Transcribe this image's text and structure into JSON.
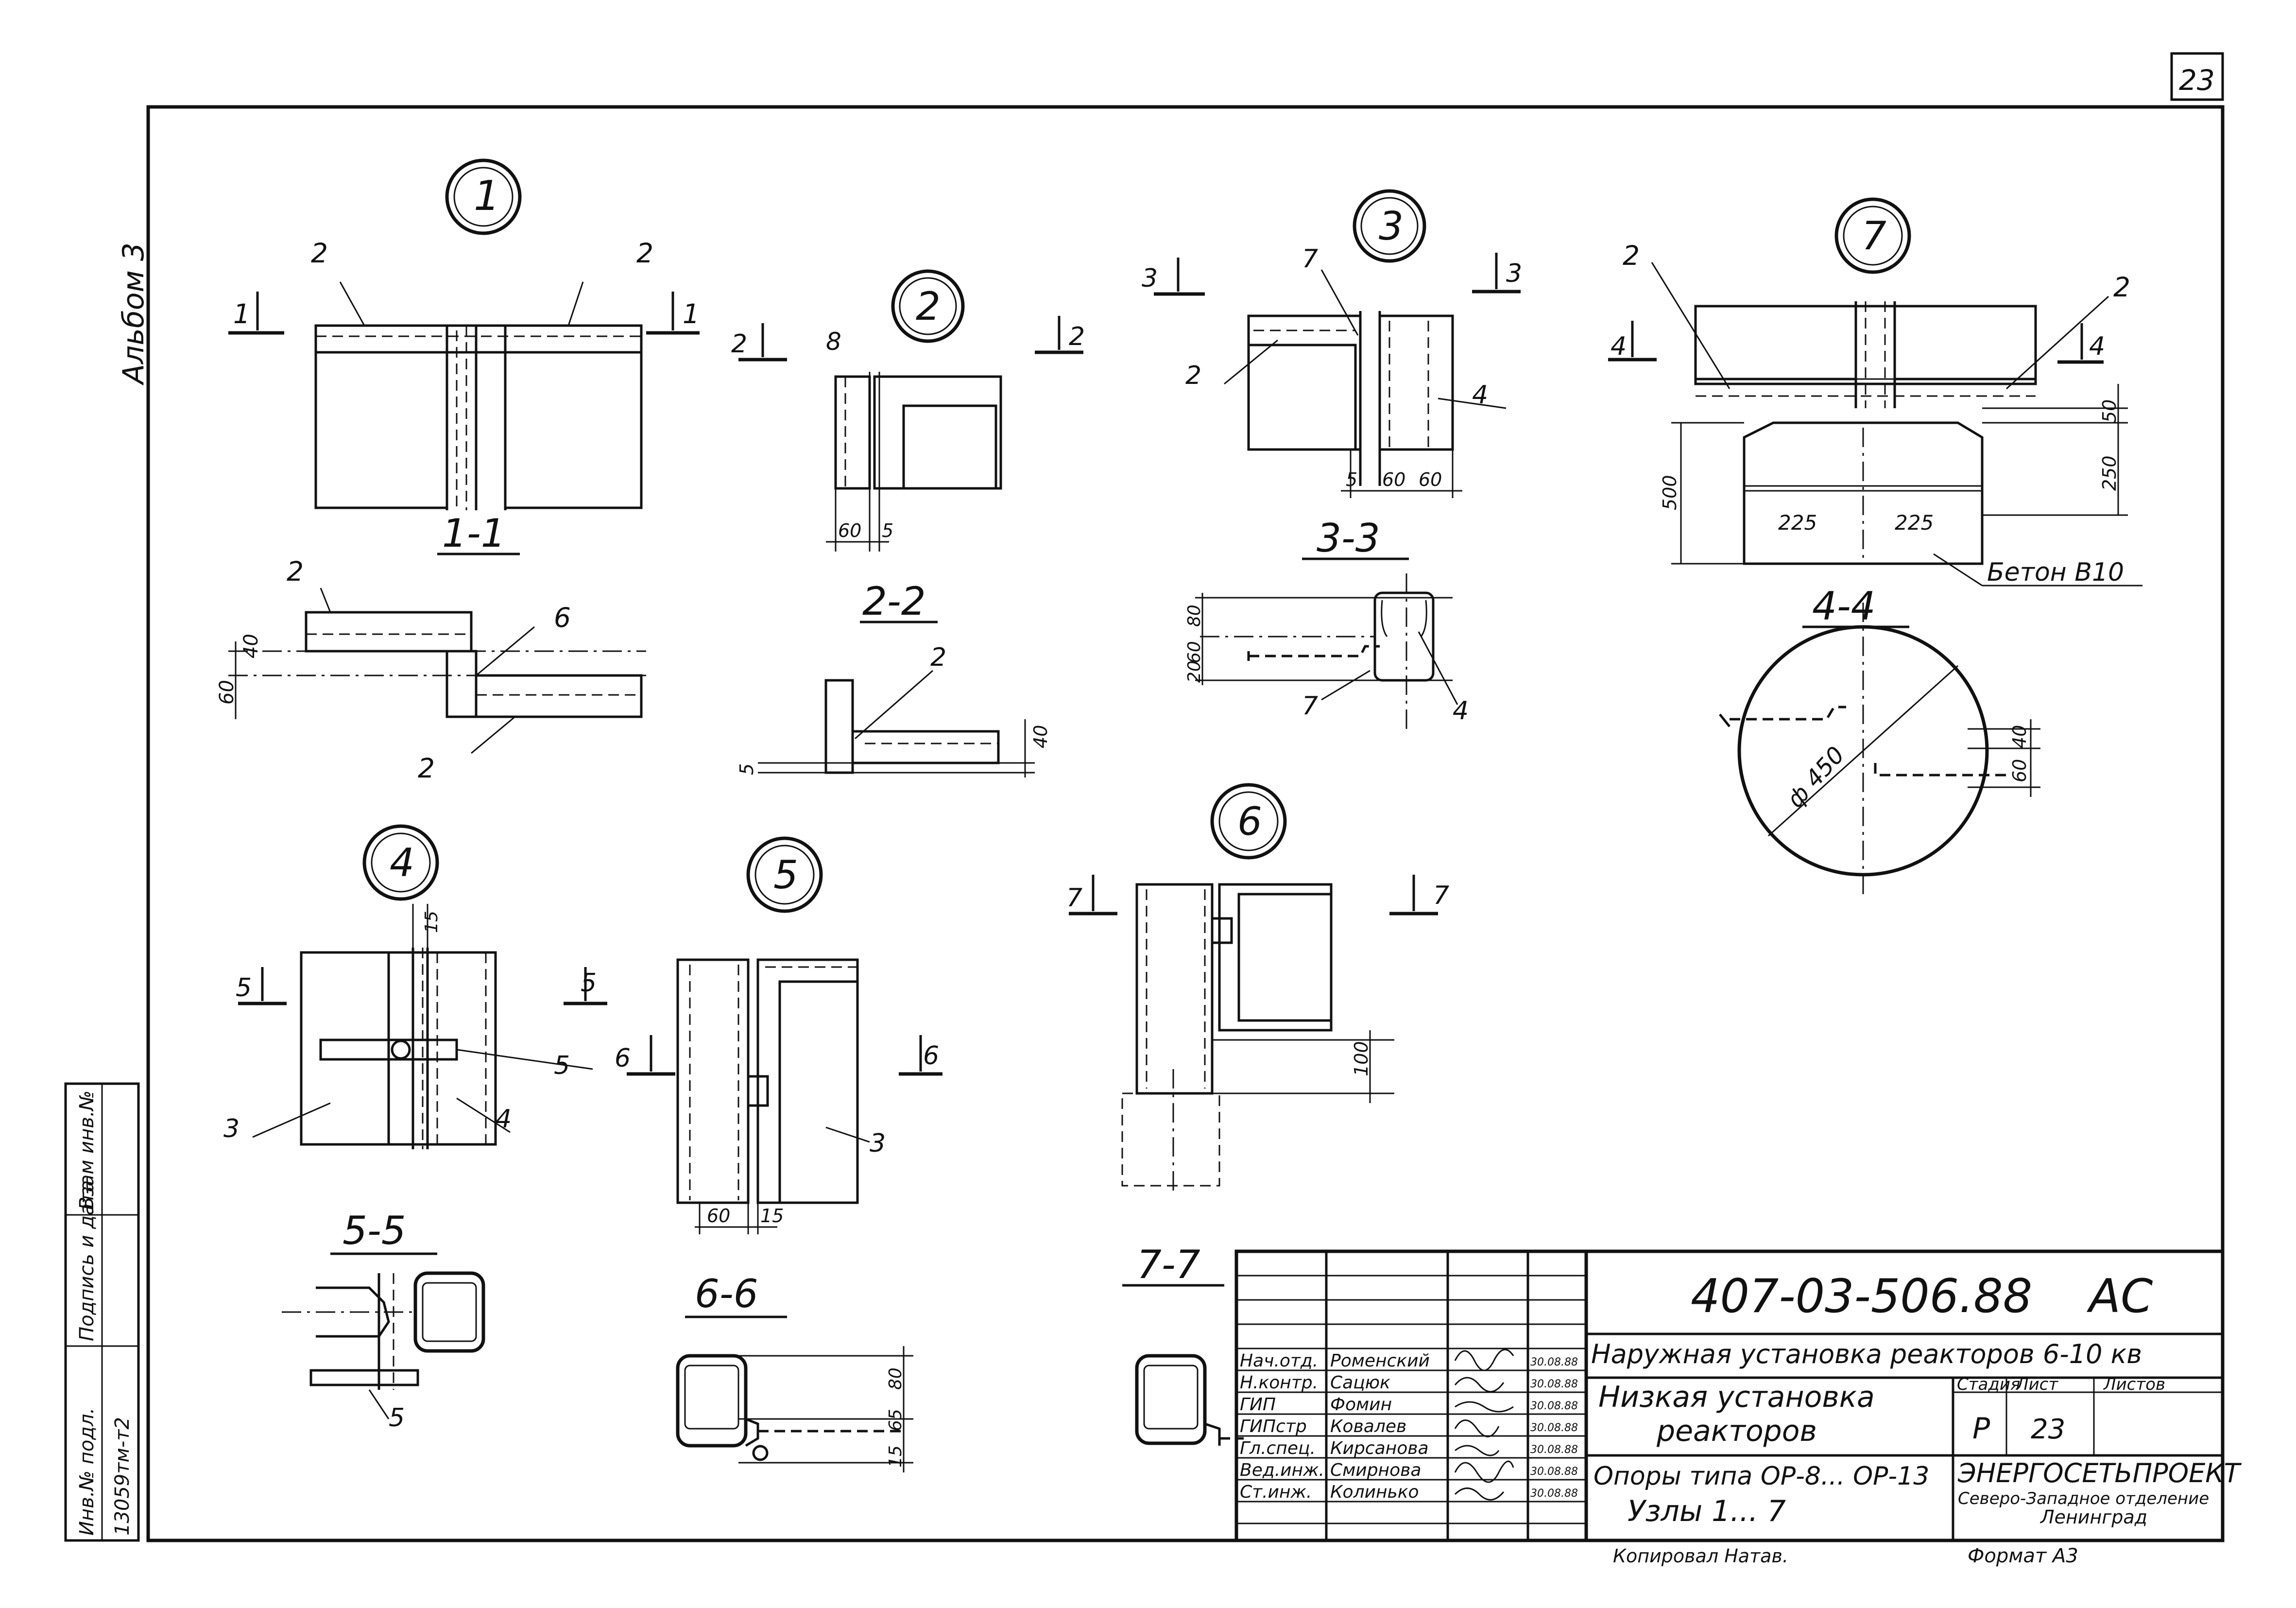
{
  "sheet_number_corner": "23",
  "album_label": "Альбом 3",
  "side_stamp": {
    "inv_podl_label": "Инв.№ подл.",
    "podpis_label": "Подпись и дата",
    "vzam_label": "Взам инв.№",
    "inv_value": "13059тм-т2"
  },
  "details": {
    "d1": {
      "num": "1",
      "section": "1-1",
      "cut": "1",
      "labels": [
        "2",
        "2",
        "6",
        "2"
      ],
      "dims": [
        "40",
        "60"
      ]
    },
    "d2": {
      "num": "2",
      "section": "2-2",
      "cut": "2",
      "labels": [
        "8",
        "2"
      ],
      "dims": [
        "60",
        "5",
        "5",
        "40"
      ]
    },
    "d3": {
      "num": "3",
      "section": "3-3",
      "cut": "3",
      "labels": [
        "7",
        "2",
        "4",
        "7",
        "4"
      ],
      "dims": [
        "5",
        "60",
        "60",
        "80",
        "60",
        "20"
      ]
    },
    "d7": {
      "num": "7",
      "section": "4-4",
      "cut": "4",
      "labels": [
        "2",
        "2"
      ],
      "dims": [
        "50",
        "250",
        "500",
        "225",
        "225",
        "40",
        "60"
      ],
      "concrete": "Бетон В10",
      "diameter": "ф 450"
    },
    "d4": {
      "num": "4",
      "section": "5-5",
      "cut": "5",
      "labels": [
        "5",
        "3",
        "4",
        "5"
      ],
      "dims": [
        "15"
      ]
    },
    "d5": {
      "num": "5",
      "section": "6-6",
      "cut": "6",
      "labels": [
        "3"
      ],
      "dims": [
        "60",
        "15",
        "80",
        "65",
        "15"
      ]
    },
    "d6": {
      "num": "6",
      "section": "7-7",
      "cut": "7",
      "labels": [],
      "dims": [
        "100"
      ]
    }
  },
  "title_block": {
    "doc_code": "407-03-506.88",
    "doc_suffix": "АС",
    "project_title": "Наружная установка реакторов 6-10 кв",
    "drawing_title_1": "Низкая установка",
    "drawing_title_2": "реакторов",
    "sheet_title_1": "Опоры типа ОР-8... ОР-13",
    "sheet_title_2": "Узлы 1... 7",
    "stage_header": "Стадия",
    "sheet_header": "Лист",
    "sheets_header": "Листов",
    "stage": "Р",
    "sheet": "23",
    "org_1": "ЭНЕРГОСЕТЬПРОЕКТ",
    "org_2": "Северо-Западное отделение",
    "org_3": "Ленинград",
    "copied": "Копировал  Натав.",
    "format": "Формат А3",
    "signers": [
      {
        "role": "Нач.отд.",
        "name": "Роменский",
        "date": "30.08.88"
      },
      {
        "role": "Н.контр.",
        "name": "Сацюк",
        "date": "30.08.88"
      },
      {
        "role": "ГИП",
        "name": "Фомин",
        "date": "30.08.88"
      },
      {
        "role": "ГИПстр",
        "name": "Ковалев",
        "date": "30.08.88"
      },
      {
        "role": "Гл.спец.",
        "name": "Кирсанова",
        "date": "30.08.88"
      },
      {
        "role": "Вед.инж.",
        "name": "Смирнова",
        "date": "30.08.88"
      },
      {
        "role": "Ст.инж.",
        "name": "Колинько",
        "date": "30.08.88"
      }
    ]
  }
}
